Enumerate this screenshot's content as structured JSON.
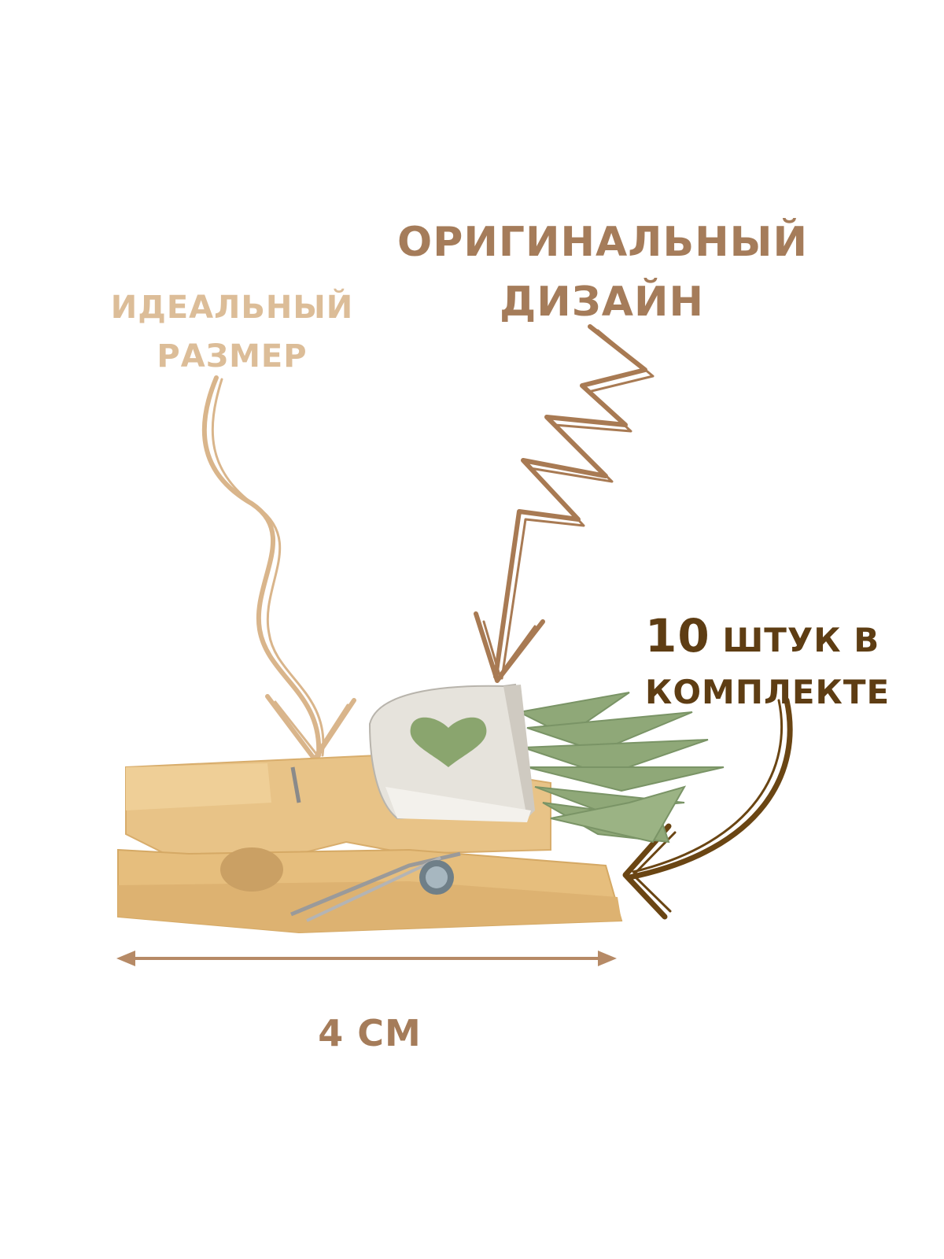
{
  "labels": {
    "ideal_size": [
      "ИДЕАЛЬНЫЙ",
      "РАЗМЕР"
    ],
    "original_design": [
      "ОРИГИНАЛЬНЫЙ",
      "ДИЗАЙН"
    ],
    "count_number": "10",
    "count_rest_line1": " ШТУК В",
    "count_line2": "КОМПЛЕКТЕ",
    "size": "4 СМ"
  },
  "icons": [
    "wooden-clothespin-icon",
    "plant-pot-icon",
    "heart-icon",
    "spring-icon"
  ],
  "colors": {
    "ideal_size_text": "#dcbd98",
    "design_text": "#a57c5a",
    "count_text": "#5e3d13",
    "wood": "#e9c48a",
    "leaves": "#8fa878",
    "pot": "#e6e3dc"
  }
}
